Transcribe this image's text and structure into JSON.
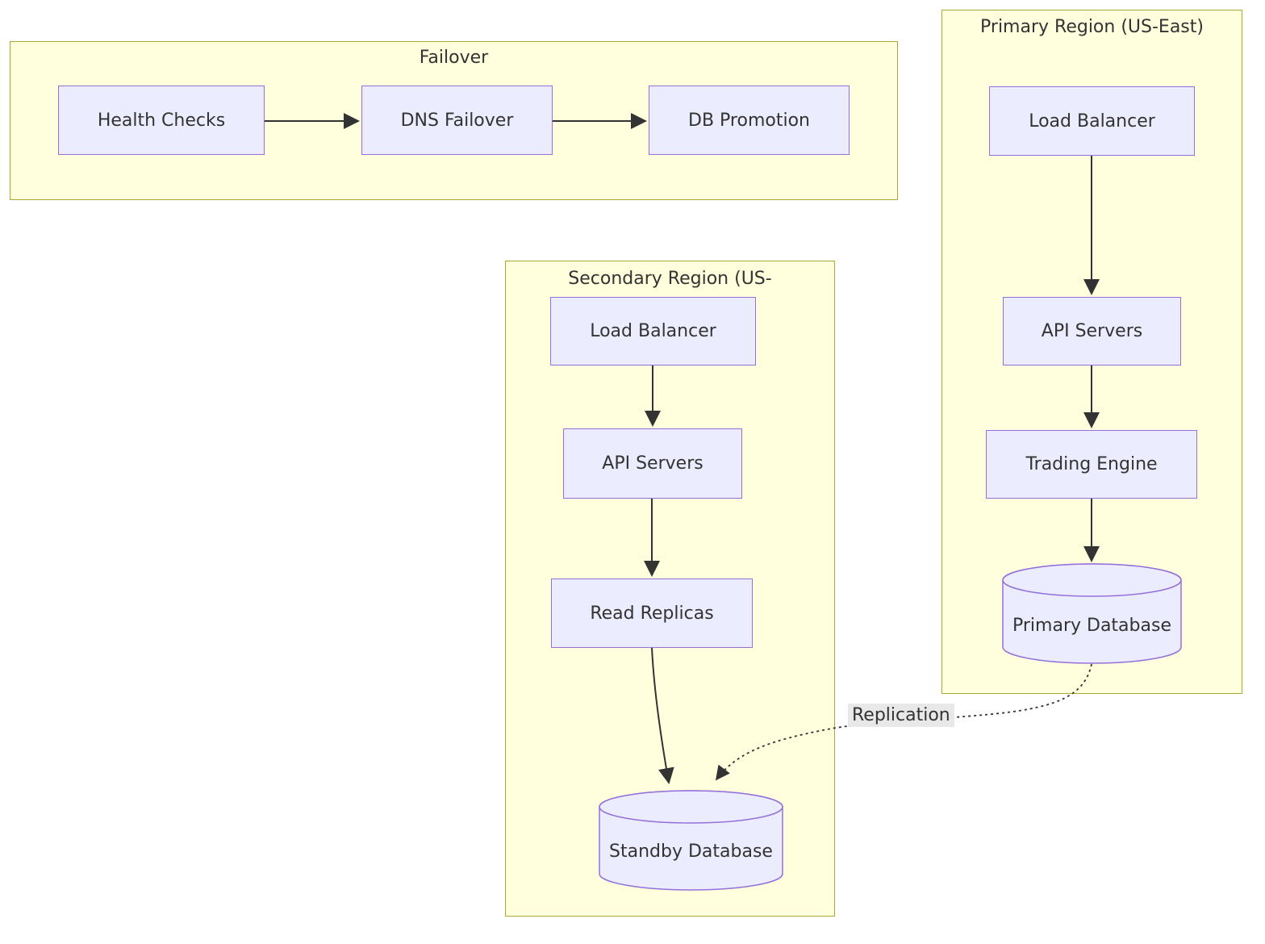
{
  "diagram_type": "flowchart",
  "clusters": {
    "failover": {
      "title": "Failover"
    },
    "secondary_region": {
      "title": "Secondary Region (US-"
    },
    "primary_region": {
      "title": "Primary Region (US-East)"
    }
  },
  "nodes": {
    "health_checks": {
      "label": "Health Checks",
      "shape": "rect",
      "cluster": "failover"
    },
    "dns_failover": {
      "label": "DNS Failover",
      "shape": "rect",
      "cluster": "failover"
    },
    "db_promotion": {
      "label": "DB Promotion",
      "shape": "rect",
      "cluster": "failover"
    },
    "secondary_load_balancer": {
      "label": "Load Balancer",
      "shape": "rect",
      "cluster": "secondary_region"
    },
    "secondary_api_servers": {
      "label": "API Servers",
      "shape": "rect",
      "cluster": "secondary_region"
    },
    "read_replicas": {
      "label": "Read Replicas",
      "shape": "rect",
      "cluster": "secondary_region"
    },
    "standby_database": {
      "label": "Standby Database",
      "shape": "cylinder",
      "cluster": "secondary_region"
    },
    "primary_load_balancer": {
      "label": "Load Balancer",
      "shape": "rect",
      "cluster": "primary_region"
    },
    "primary_api_servers": {
      "label": "API Servers",
      "shape": "rect",
      "cluster": "primary_region"
    },
    "trading_engine": {
      "label": "Trading Engine",
      "shape": "rect",
      "cluster": "primary_region"
    },
    "primary_database": {
      "label": "Primary Database",
      "shape": "cylinder",
      "cluster": "primary_region"
    }
  },
  "edges": [
    {
      "from": "health_checks",
      "to": "dns_failover",
      "style": "solid",
      "label": ""
    },
    {
      "from": "dns_failover",
      "to": "db_promotion",
      "style": "solid",
      "label": ""
    },
    {
      "from": "primary_load_balancer",
      "to": "primary_api_servers",
      "style": "solid",
      "label": ""
    },
    {
      "from": "primary_api_servers",
      "to": "trading_engine",
      "style": "solid",
      "label": ""
    },
    {
      "from": "trading_engine",
      "to": "primary_database",
      "style": "solid",
      "label": ""
    },
    {
      "from": "secondary_load_balancer",
      "to": "secondary_api_servers",
      "style": "solid",
      "label": ""
    },
    {
      "from": "secondary_api_servers",
      "to": "read_replicas",
      "style": "solid",
      "label": ""
    },
    {
      "from": "read_replicas",
      "to": "standby_database",
      "style": "solid",
      "label": ""
    },
    {
      "from": "primary_database",
      "to": "standby_database",
      "style": "dotted",
      "label": "Replication"
    }
  ],
  "colors": {
    "cluster_fill": "#ffffde",
    "cluster_border": "#aaaa33",
    "node_fill": "#ececff",
    "node_border": "#9370db",
    "edge_stroke": "#333333",
    "text": "#333333",
    "edge_label_bg": "#e8e8e8",
    "background": "#ffffff"
  }
}
